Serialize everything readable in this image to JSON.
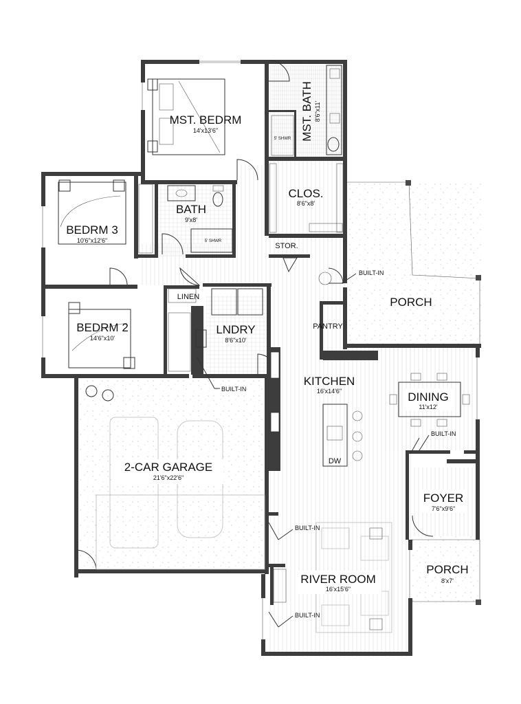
{
  "rooms": {
    "master_bedroom": {
      "name": "MST. BEDRM",
      "dim": "14'x13'6\""
    },
    "master_bath": {
      "name": "MST. BATH",
      "dim": "8'6\"x11'"
    },
    "master_shower": {
      "name": "5' SHWR"
    },
    "closet": {
      "name": "CLOS.",
      "dim": "8'6\"x8'"
    },
    "storage": {
      "name": "STOR."
    },
    "bath": {
      "name": "BATH",
      "dim": "9'x8'"
    },
    "bath_shower": {
      "name": "5' SHWR"
    },
    "bedroom_3": {
      "name": "BEDRM 3",
      "dim": "10'6\"x12'6\""
    },
    "linen": {
      "name": "LINEN"
    },
    "laundry": {
      "name": "LNDRY",
      "dim": "8'6\"x10'"
    },
    "bedroom_2": {
      "name": "BEDRM 2",
      "dim": "14'6\"x10'"
    },
    "pantry": {
      "name": "PANTRY"
    },
    "kitchen": {
      "name": "KITCHEN",
      "dim": "16'x14'6\""
    },
    "dining": {
      "name": "DINING",
      "dim": "11'x12'"
    },
    "garage": {
      "name": "2-CAR GARAGE",
      "dim": "21'6\"x22'6\""
    },
    "foyer": {
      "name": "FOYER",
      "dim": "7'6\"x9'6\""
    },
    "porch_side": {
      "name": "PORCH"
    },
    "porch_front": {
      "name": "PORCH",
      "dim": "8'x7'"
    },
    "river_room": {
      "name": "RIVER ROOM",
      "dim": "16'x15'6\""
    },
    "dishwasher": {
      "name": "DW"
    }
  },
  "notes": {
    "built_in": "BUILT-IN"
  }
}
